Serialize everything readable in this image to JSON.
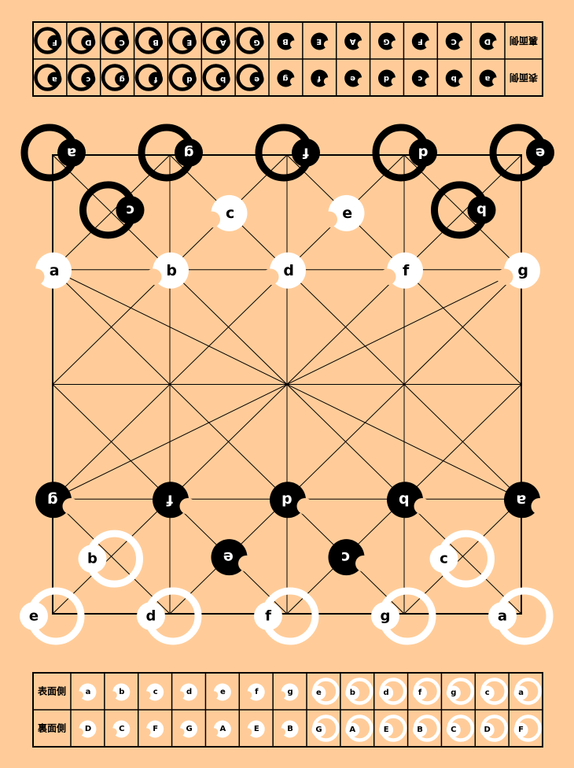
{
  "colors": {
    "background": "#FFCC99",
    "black_piece": "#000000",
    "white_piece": "#FFFFFF",
    "line": "#000000"
  },
  "top_table": {
    "header_front": "表面側",
    "header_back": "裏面側",
    "back_row": {
      "rings": [
        "F",
        "D",
        "C",
        "B",
        "E",
        "A",
        "G"
      ],
      "discs": [
        "B",
        "E",
        "A",
        "G",
        "F",
        "C",
        "D"
      ]
    },
    "front_row": {
      "rings": [
        "a",
        "c",
        "g",
        "f",
        "d",
        "b",
        "e"
      ],
      "discs": [
        "g",
        "f",
        "e",
        "d",
        "c",
        "b",
        "a"
      ]
    }
  },
  "bottom_table": {
    "header_front": "表面側",
    "header_back": "裏面側",
    "front_row": {
      "discs": [
        "a",
        "b",
        "c",
        "d",
        "e",
        "f",
        "g"
      ],
      "rings": [
        "e",
        "b",
        "d",
        "f",
        "g",
        "c",
        "a"
      ]
    },
    "back_row": {
      "discs": [
        "D",
        "C",
        "F",
        "G",
        "A",
        "E",
        "B"
      ],
      "rings": [
        "G",
        "A",
        "E",
        "B",
        "C",
        "D",
        "F"
      ]
    }
  },
  "board": {
    "black_rings": [
      {
        "label": "a",
        "file": 0,
        "rank": 0
      },
      {
        "label": "g",
        "file": 2,
        "rank": 0
      },
      {
        "label": "f",
        "file": 4,
        "rank": 0
      },
      {
        "label": "d",
        "file": 6,
        "rank": 0
      },
      {
        "label": "e",
        "file": 8,
        "rank": 0
      },
      {
        "label": "c",
        "file": 1,
        "rank": 1
      },
      {
        "label": "b",
        "file": 7,
        "rank": 1
      }
    ],
    "white_discs": [
      {
        "label": "c",
        "file": 3,
        "rank": 1
      },
      {
        "label": "e",
        "file": 5,
        "rank": 1
      },
      {
        "label": "a",
        "file": 0,
        "rank": 2
      },
      {
        "label": "b",
        "file": 2,
        "rank": 2
      },
      {
        "label": "d",
        "file": 4,
        "rank": 2
      },
      {
        "label": "f",
        "file": 6,
        "rank": 2
      },
      {
        "label": "g",
        "file": 8,
        "rank": 2
      }
    ],
    "black_discs": [
      {
        "label": "g",
        "file": 0,
        "rank": 6
      },
      {
        "label": "f",
        "file": 2,
        "rank": 6
      },
      {
        "label": "d",
        "file": 4,
        "rank": 6
      },
      {
        "label": "b",
        "file": 6,
        "rank": 6
      },
      {
        "label": "a",
        "file": 8,
        "rank": 6
      },
      {
        "label": "e",
        "file": 3,
        "rank": 7
      },
      {
        "label": "c",
        "file": 5,
        "rank": 7
      }
    ],
    "white_rings": [
      {
        "label": "b",
        "file": 1,
        "rank": 7
      },
      {
        "label": "c",
        "file": 7,
        "rank": 7
      },
      {
        "label": "e",
        "file": 0,
        "rank": 8
      },
      {
        "label": "d",
        "file": 2,
        "rank": 8
      },
      {
        "label": "f",
        "file": 4,
        "rank": 8
      },
      {
        "label": "g",
        "file": 6,
        "rank": 8
      },
      {
        "label": "a",
        "file": 8,
        "rank": 8
      }
    ]
  }
}
